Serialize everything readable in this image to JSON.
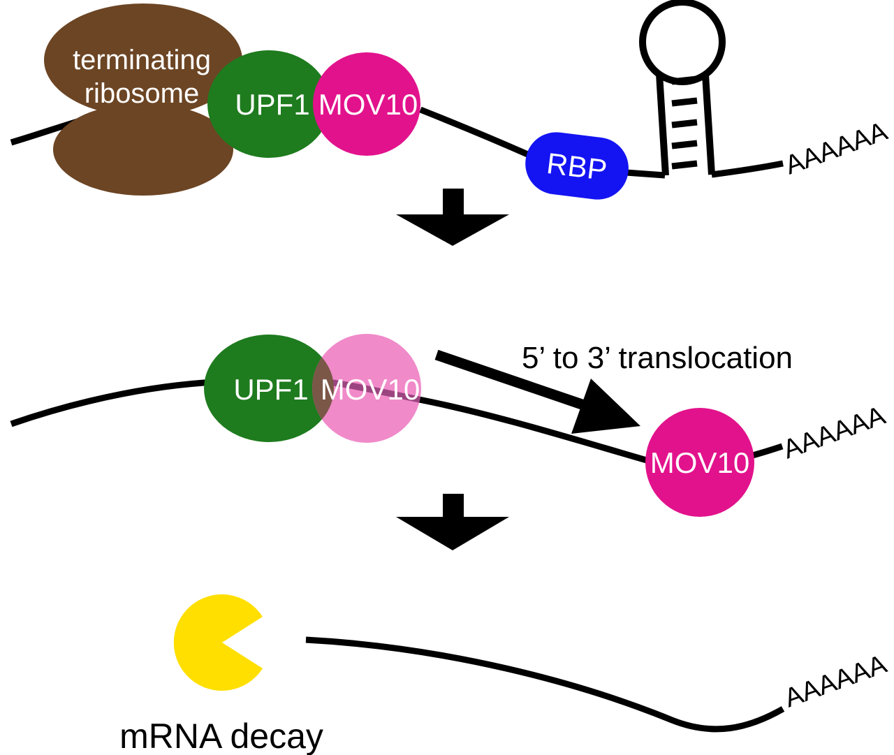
{
  "figure": {
    "panels": {
      "top": {
        "ribosome_label_line1": "terminating",
        "ribosome_label_line2": "ribosome",
        "upf1_label": "UPF1",
        "mov10_label": "MOV10",
        "rbp_label": "RBP",
        "polya_label": "AAAAAA"
      },
      "middle": {
        "upf1_label": "UPF1",
        "mov10_bound_label": "MOV10",
        "translocation_label": "5’ to 3’ translocation",
        "mov10_translocated_label": "MOV10",
        "polya_label": "AAAAAA"
      },
      "bottom": {
        "decay_label": "mRNA decay",
        "polya_label": "AAAAAA"
      }
    },
    "colors": {
      "ribosome_brown": "#6C4524",
      "upf1_green": "#1E7B1E",
      "mov10_magenta": "#E2128C",
      "mov10_light_pink": "#F08AC9",
      "overlap_brown": "#7B5748",
      "line_on_pink_maroon": "#9C4480",
      "rbp_blue": "#1414F2",
      "decay_yellow": "#FFDF00",
      "mrna_black": "#000000"
    }
  }
}
